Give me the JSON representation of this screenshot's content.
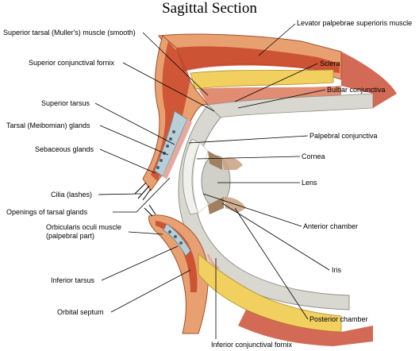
{
  "title": "Sagittal Section",
  "labels": {
    "superior_tarsal_muscle": "Superior tarsal (Muller's) muscle (smooth)",
    "superior_conjunctival_fornix": "Superior conjunctival fornix",
    "superior_tarsus": "Superior tarsus",
    "tarsal_glands": "Tarsal (Meibomian) glands",
    "sebaceous_glands": "Sebaceous glands",
    "cilia": "Cilia (lashes)",
    "openings_tarsal_glands": "Openings of tarsal glands",
    "orbicularis_line1": "Orbicularis oculi muscle",
    "orbicularis_line2": "(palpebral part)",
    "inferior_tarsus": "Inferior tarsus",
    "orbital_septum": "Orbital septum",
    "inferior_conjunctival_fornix": "Inferior conjunctival fornix",
    "levator": "Levator palpebrae superioris muscle",
    "sclera": "Sclera",
    "bulbar_conjunctiva": "Bulbar conjunctiva",
    "palpebral_conjunctiva": "Palpebral conjunctiva",
    "cornea": "Cornea",
    "lens": "Lens",
    "anterior_chamber": "Anterior chamber",
    "iris": "Iris",
    "posterior_chamber": "Posterior chamber"
  },
  "colors": {
    "skin": "#e8a070",
    "muscle": "#c8452a",
    "fat": "#f1d060",
    "sclera": "#d8d8d0",
    "conjunctiva": "#e6a9a0",
    "gland": "#b8cfd8",
    "lens": "#d0d0c8"
  }
}
